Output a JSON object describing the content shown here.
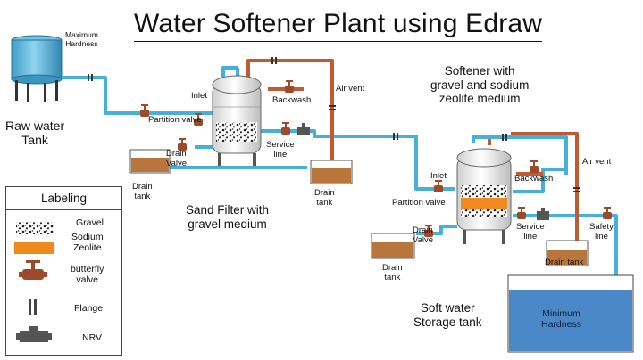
{
  "title": "Water Softener Plant using Edraw",
  "raw_tank": {
    "label_line1": "Raw water",
    "label_line2": "Tank",
    "max_line1": "Maximum",
    "max_line2": "Hardness"
  },
  "sand_filter": {
    "inlet": "Inlet",
    "backwash": "Backwash",
    "air_vent": "Air vent",
    "partition_valve": "Partition valve",
    "service_line1": "Service",
    "service_line2": "line",
    "drain_line1": "Drain",
    "drain_line2": "Valve",
    "drain_tank_line1": "Drain",
    "drain_tank_line2": "tank",
    "drain_tank2_line1": "Drain",
    "drain_tank2_line2": "tank",
    "caption_line1": "Sand Filter with",
    "caption_line2": "gravel medium"
  },
  "softener": {
    "heading_line1": "Softener with",
    "heading_line2": "gravel and sodium",
    "heading_line3": "zeolite medium",
    "inlet": "Inlet",
    "backwash": "Backwash",
    "air_vent": "Air vent",
    "partition_valve": "Partition valve",
    "drain_line1": "Drain",
    "drain_line2": "Valve",
    "service_line1": "Service",
    "service_line2": "line",
    "safety_line1": "Safety",
    "safety_line2": "line",
    "drain_tank": "Drain tank",
    "drain_tank2_line1": "Drain",
    "drain_tank2_line2": "tank"
  },
  "storage": {
    "label_line1": "Soft water",
    "label_line2": "Storage tank",
    "min_line1": "Minimum",
    "min_line2": "Hardness"
  },
  "legend": {
    "title": "Labeling",
    "gravel": "Gravel",
    "zeolite_line1": "Sodium",
    "zeolite_line2": "Zeolite",
    "valve_line1": "butterfly",
    "valve_line2": "valve",
    "flange": "Flange",
    "nrv": "NRV"
  },
  "colors": {
    "water_pipe": "#45b1d8",
    "water_pipe_dark": "#3a8fb5",
    "backwash_pipe": "#c05a32",
    "zeolite": "#f08a1c",
    "drain_water": "#b9763c",
    "storage_water": "#4a88c7"
  }
}
